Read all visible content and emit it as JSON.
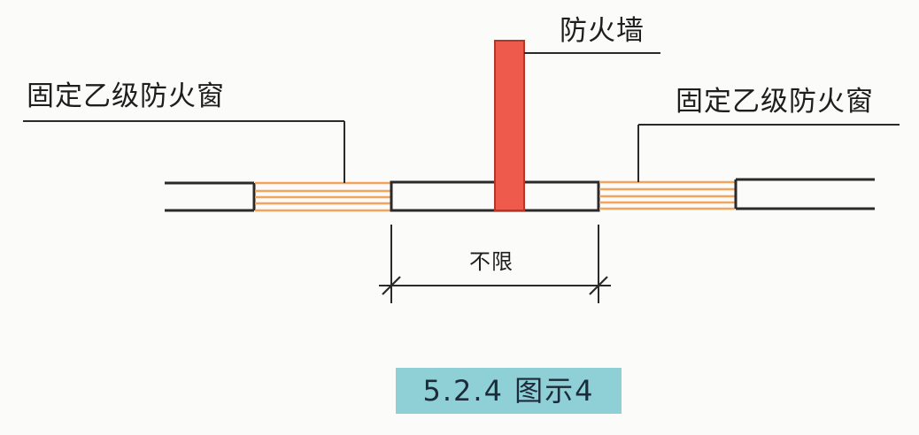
{
  "labels": {
    "fire_wall": "防火墙",
    "fixed_window_left": "固定乙级防火窗",
    "fixed_window_right": "固定乙级防火窗",
    "dimension": "不限"
  },
  "caption": "5.2.4  图示4",
  "colors": {
    "wall_outline": "#2a2a2a",
    "fire_wall_fill": "#ee5b4d",
    "window_glass_lines": "#f3a35c",
    "caption_background": "#8fcfd6",
    "text": "#1e1e1e"
  }
}
